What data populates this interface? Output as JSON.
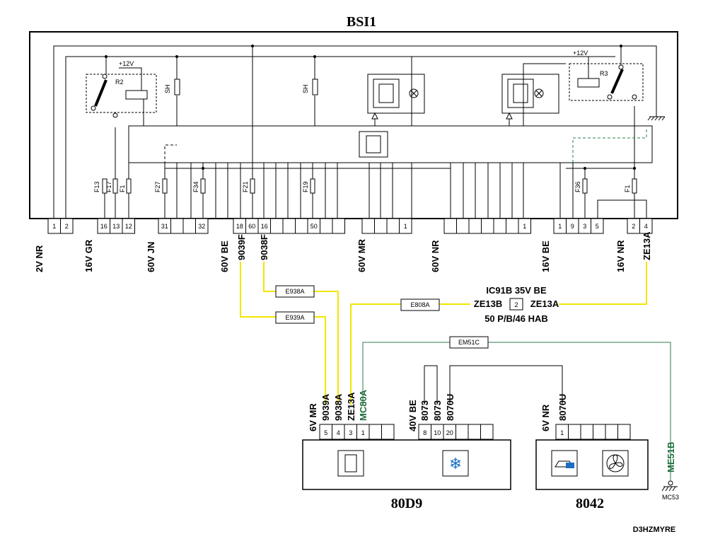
{
  "diagram": {
    "reference": "D3HZMYRE",
    "colors": {
      "yellow_wire": "#f2e600",
      "green_wire": "#2e7d4f",
      "green_label": "#1d6b3a",
      "black": "#000000"
    },
    "bsi": {
      "title": "BSI1",
      "relays": [
        {
          "id": "R2",
          "supply": "+12V"
        },
        {
          "id": "R3",
          "supply": "+12V"
        }
      ],
      "shunts": [
        "SH",
        "SH"
      ],
      "fuses": [
        "F13",
        "F17",
        "F1",
        "F27",
        "F34",
        "F21",
        "F19",
        "F36",
        "F1"
      ],
      "connectors": [
        {
          "label": "2V NR",
          "pins": [
            "1",
            "2"
          ]
        },
        {
          "label": "16V GR",
          "pins": [
            "16",
            "13",
            "12"
          ]
        },
        {
          "label": "60V JN",
          "pins": [
            "31",
            "",
            "",
            "32"
          ]
        },
        {
          "label": "60V BE",
          "pins": [
            "18",
            "60",
            "16",
            "",
            "",
            "",
            "50",
            "",
            ""
          ]
        },
        {
          "label": "60V MR",
          "pins": [
            "",
            "",
            "",
            "1"
          ]
        },
        {
          "label": "60V NR",
          "pins": [
            "",
            "",
            "",
            "",
            "",
            "",
            "1"
          ]
        },
        {
          "label": "16V BE",
          "pins": [
            "1",
            "9",
            "3",
            "5"
          ]
        },
        {
          "label": "16V NR",
          "pins": [
            "2",
            "4"
          ]
        }
      ]
    },
    "wires": {
      "bsi_side": [
        "9039F",
        "9038F",
        "ZE13A"
      ],
      "splices": [
        "E938A",
        "E939A",
        "E808A",
        "EM51C"
      ],
      "inline_connector": {
        "name": "IC91B 35V BE",
        "pin": "2",
        "left": "ZE13B",
        "right": "ZE13A",
        "location": "50 P/B/46 HAB"
      }
    },
    "ecu_80D9": {
      "name": "80D9",
      "connector_a": {
        "label": "6V MR",
        "pins": [
          "5",
          "4",
          "3",
          "1",
          "",
          ""
        ],
        "wires": [
          "9039A",
          "9038A",
          "ZE13A",
          "MC80A"
        ]
      },
      "connector_b": {
        "label": "40V BE",
        "pins": [
          "8",
          "10",
          "20",
          "",
          "",
          ""
        ],
        "wires": [
          "8073",
          "8073",
          "8070U"
        ]
      },
      "icons": [
        "chip-icon",
        "snowflake-icon"
      ]
    },
    "ecu_8042": {
      "name": "8042",
      "connector": {
        "label": "6V NR",
        "pins": [
          "1",
          "",
          "",
          "",
          "",
          ""
        ],
        "wires": [
          "8070U"
        ]
      },
      "icons": [
        "vehicle-icon",
        "fan-icon"
      ]
    },
    "ground": {
      "wire": "ME51B",
      "point": "MC53"
    }
  }
}
